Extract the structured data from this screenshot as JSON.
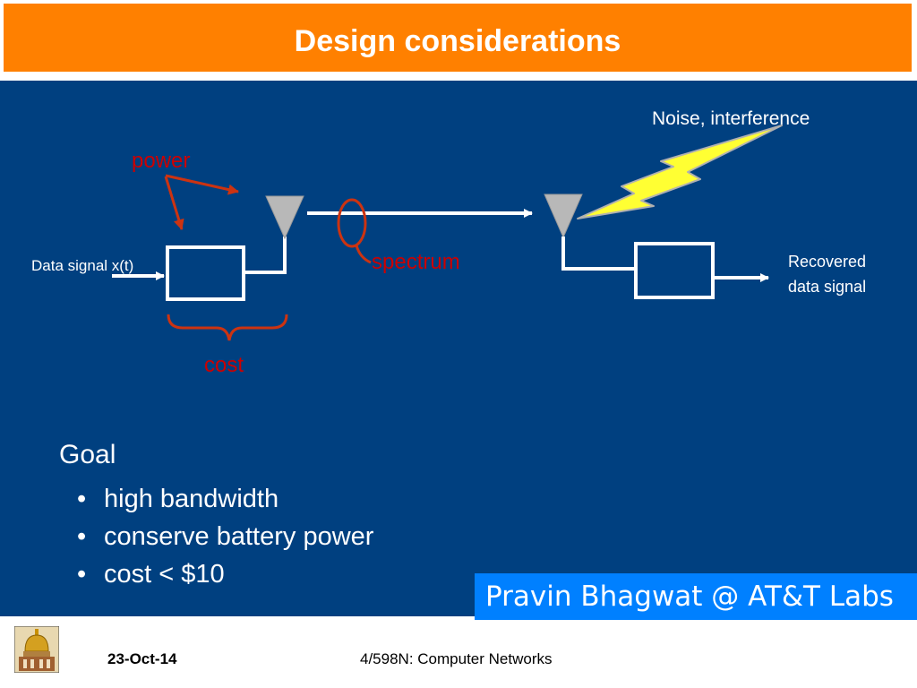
{
  "slide": {
    "title": "Design considerations",
    "colors": {
      "title_bar": "#ff8000",
      "panel": "#004080",
      "annotation": "#cc0000",
      "lightning": "#ffff33",
      "credit_box": "#0080ff"
    }
  },
  "diagram": {
    "labels": {
      "data_signal": "Data signal x(t)",
      "recovered_line1": "Recovered",
      "recovered_line2": "data signal",
      "noise": "Noise, interference",
      "power": "power",
      "spectrum": "spectrum",
      "cost": "cost"
    }
  },
  "goal": {
    "title": "Goal",
    "items": [
      "high bandwidth",
      "conserve battery power",
      "cost < $10"
    ],
    "bullet": "•"
  },
  "credit": "Pravin Bhagwat @ AT&T Labs",
  "footer": {
    "date": "23-Oct-14",
    "course": "4/598N: Computer Networks",
    "logo_icon": "golden-dome-logo-icon"
  }
}
